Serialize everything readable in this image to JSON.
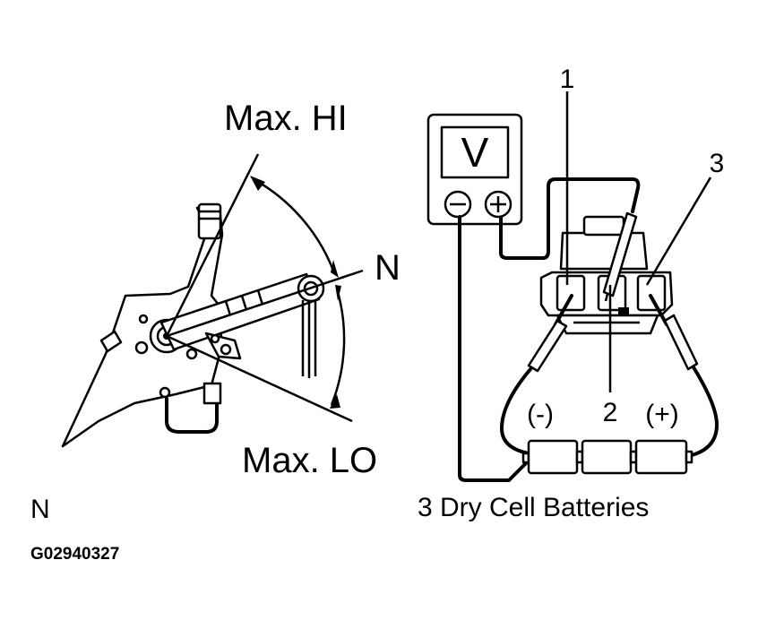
{
  "sensor": {
    "max_hi": "Max. HI",
    "neutral": "N",
    "max_lo": "Max. LO"
  },
  "meter": {
    "symbol": "V",
    "minus": "−",
    "plus": "+"
  },
  "callouts": {
    "one": "1",
    "two": "2",
    "three": "3"
  },
  "battery": {
    "neg": "(-)",
    "pos": "(+)",
    "caption": "3 Dry Cell Batteries"
  },
  "footer": {
    "mode_label": "N",
    "figure_code": "G02940327"
  }
}
